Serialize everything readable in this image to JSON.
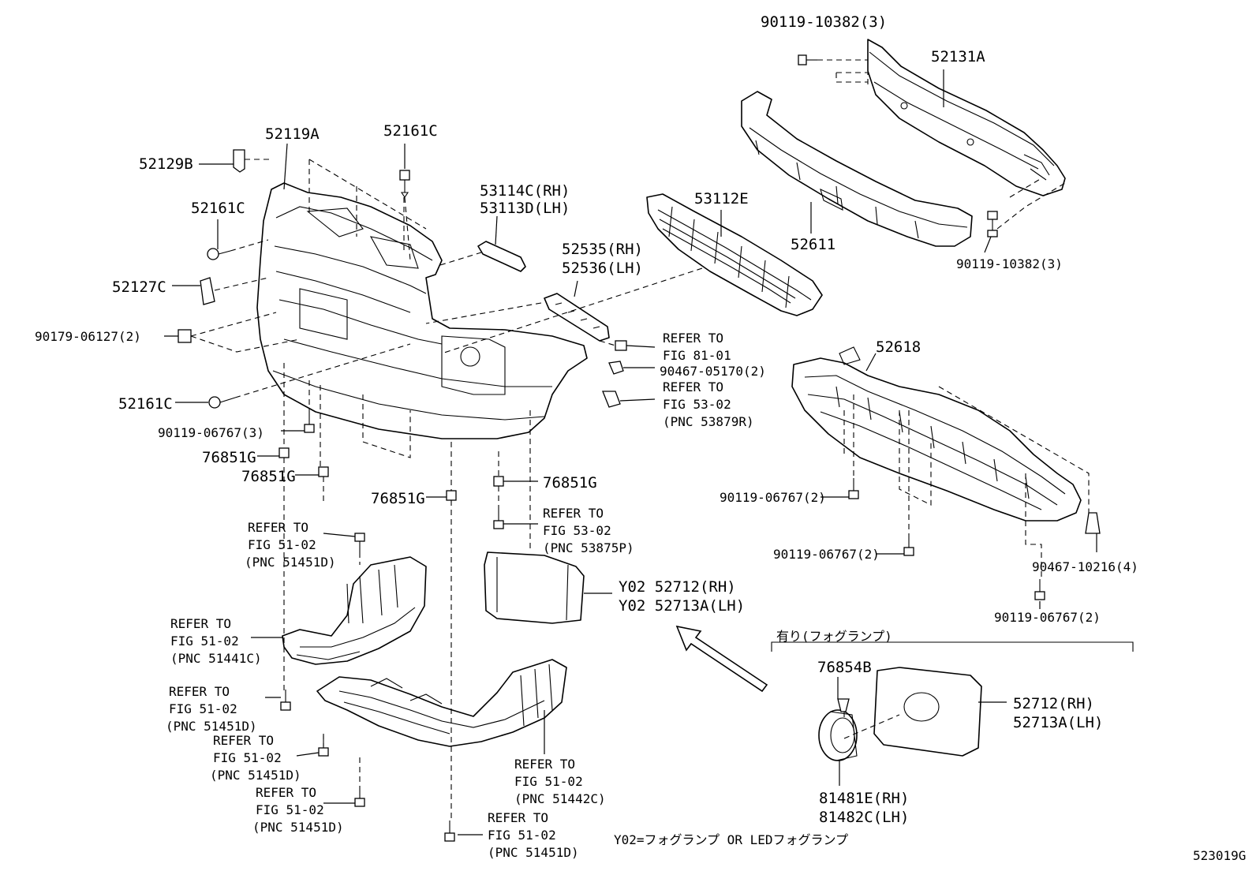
{
  "labels": {
    "p90119_10382_top": "90119-10382(3)",
    "p52131A": "52131A",
    "p52119A": "52119A",
    "p52161C_top": "52161C",
    "p52129B": "52129B",
    "p53114C": "53114C(RH)",
    "p53113D": "53113D(LH)",
    "p52161C_mid": "52161C",
    "p53112E": "53112E",
    "p52611": "52611",
    "p90119_10382_bot": "90119-10382(3)",
    "p52535": "52535(RH)",
    "p52536": "52536(LH)",
    "p52127C": "52127C",
    "p90179_06127": "90179-06127(2)",
    "refer_81_01_a": "REFER TO",
    "refer_81_01_b": "FIG 81-01",
    "p52618": "52618",
    "p90467_05170": "90467-05170(2)",
    "refer_53879_a": "REFER TO",
    "refer_53879_b": "FIG 53-02",
    "refer_53879_c": "(PNC 53879R)",
    "p52161C_low": "52161C",
    "p90119_06767_3": "90119-06767(3)",
    "p76851G_a": "76851G",
    "p76851G_b": "76851G",
    "p76851G_c": "76851G",
    "p76851G_d": "76851G",
    "p90119_06767_2a": "90119-06767(2)",
    "refer_53875_a": "REFER TO",
    "refer_53875_b": "FIG 53-02",
    "refer_53875_c": "(PNC 53875P)",
    "refer_51451_a1": "REFER TO",
    "refer_51451_a2": "FIG 51-02",
    "refer_51451_a3": "(PNC 51451D)",
    "p90119_06767_2b": "90119-06767(2)",
    "p90467_10216": "90467-10216(4)",
    "y02_52712": "Y02 52712(RH)",
    "y02_52713A": "Y02 52713A(LH)",
    "refer_51441_a": "REFER TO",
    "refer_51441_b": "FIG 51-02",
    "refer_51441_c": "(PNC 51441C)",
    "p90119_06767_2c": "90119-06767(2)",
    "fog_header": "有り(フォグランプ)",
    "p76854B": "76854B",
    "refer_51451_b1": "REFER TO",
    "refer_51451_b2": "FIG 51-02",
    "refer_51451_b3": "(PNC 51451D)",
    "p52712_rh": "52712(RH)",
    "p52713A_lh": "52713A(LH)",
    "refer_51451_c1": "REFER TO",
    "refer_51451_c2": "FIG 51-02",
    "refer_51451_c3": "(PNC 51451D)",
    "refer_51442_a": "REFER TO",
    "refer_51442_b": "FIG 51-02",
    "refer_51442_c": "(PNC 51442C)",
    "p81481E": "81481E(RH)",
    "p81482C": "81482C(LH)",
    "refer_51451_d1": "REFER TO",
    "refer_51451_d2": "FIG 51-02",
    "refer_51451_d3": "(PNC 51451D)",
    "refer_51451_e1": "REFER TO",
    "refer_51451_e2": "FIG 51-02",
    "refer_51451_e3": "(PNC 51451D)",
    "footnote": "Y02=フォグランプ OR LEDフォグランプ",
    "diagram_id": "523019G"
  }
}
